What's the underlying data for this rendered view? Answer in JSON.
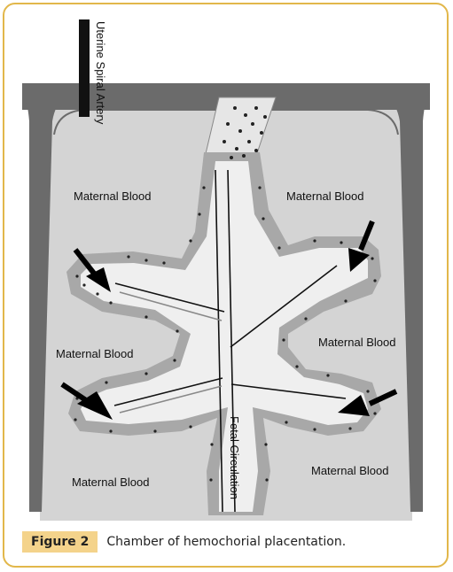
{
  "figure": {
    "labels": {
      "artery": "Uterine Spiral Artery",
      "maternal_1": "Maternal Blood",
      "maternal_2": "Maternal Blood",
      "maternal_3": "Maternal Blood",
      "maternal_4": "Maternal Blood",
      "maternal_5": "Maternal Blood",
      "maternal_6": "Maternal Blood",
      "fetal": "Fetal Circulation"
    },
    "colors": {
      "chamber": "#d4d4d4",
      "wall": "#6b6b6b",
      "villus": "#efefef",
      "trophoblast": "#a8a8a8",
      "artery_bar": "#111111",
      "frame": "#e2b74a",
      "caption_tag": "#f4d38b"
    }
  },
  "caption": {
    "label": "Figure 2",
    "text": "Chamber of hemochorial placentation."
  }
}
